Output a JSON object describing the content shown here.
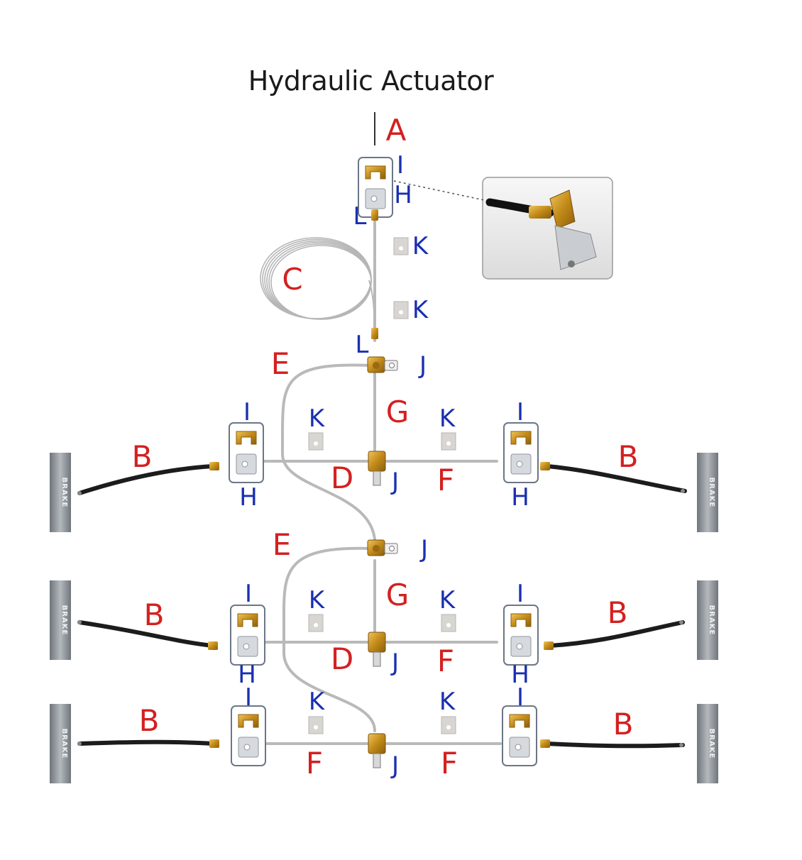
{
  "title": "Hydraulic Actuator",
  "labels": {
    "A": "A",
    "B": "B",
    "C": "C",
    "D": "D",
    "E": "E",
    "F": "F",
    "G": "G",
    "H": "H",
    "I": "I",
    "J": "J",
    "K": "K",
    "L": "L"
  },
  "brake_text": "BRAKE",
  "colors": {
    "label_red": "#d42020",
    "label_blue": "#1a2fb0",
    "brass": "#c9951f",
    "line": "#b9b9b9",
    "hose": "#1c1c1c",
    "brake": "#8f959b"
  }
}
